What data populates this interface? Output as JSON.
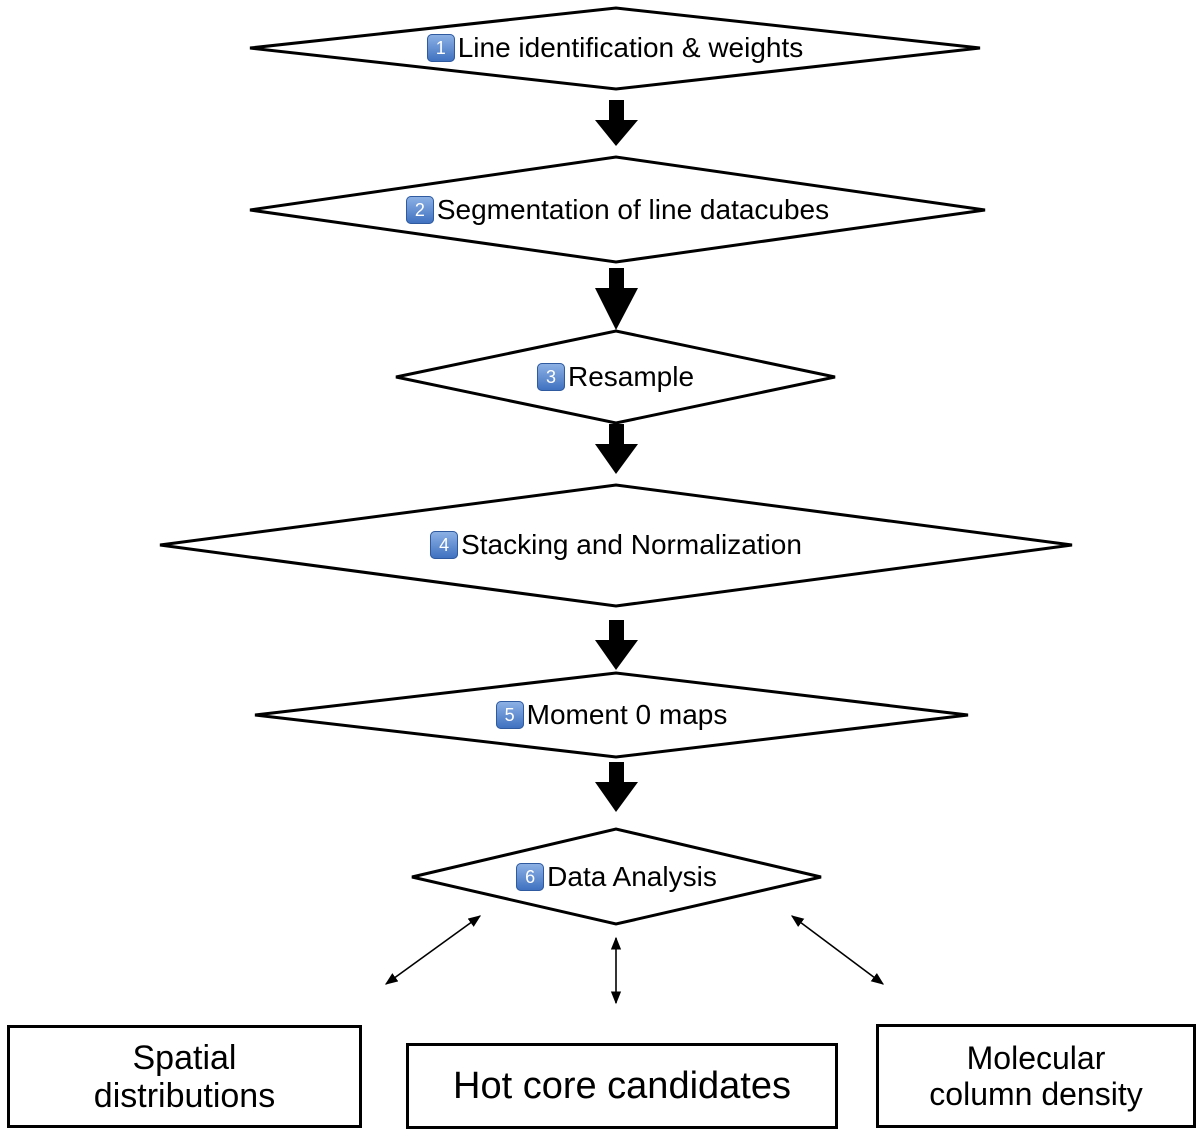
{
  "steps": [
    {
      "number": "1",
      "label": "Line identification & weights"
    },
    {
      "number": "2",
      "label": "Segmentation of  line datacubes"
    },
    {
      "number": "3",
      "label": "Resample"
    },
    {
      "number": "4",
      "label": "Stacking and Normalization"
    },
    {
      "number": "5",
      "label": "Moment 0 maps"
    },
    {
      "number": "6",
      "label": "Data Analysis"
    }
  ],
  "outputs": {
    "spatial": {
      "line1": "Spatial",
      "line2": "distributions"
    },
    "hot_core": {
      "label": "Hot core candidates"
    },
    "molecular": {
      "line1": "Molecular",
      "line2": "column density"
    }
  }
}
